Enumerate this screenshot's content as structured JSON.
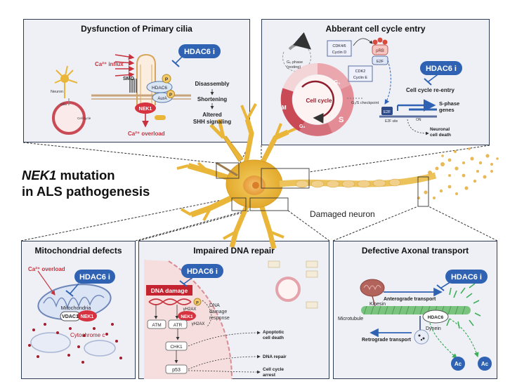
{
  "main_title": {
    "line1_italic": "NEK1",
    "line1_rest": " mutation",
    "line2": "in ALS pathogenesis"
  },
  "center": {
    "damaged_neuron": "Damaged neuron"
  },
  "inhibitor": "HDAC6 i",
  "panels": {
    "cilia": {
      "title": "Dysfunction of Primary cilia",
      "ca_influx": "Ca²⁺ influx",
      "smo": "SMO",
      "hdac6": "HDAC6",
      "aura": "AurA",
      "nek1": "NEK1",
      "p": "P",
      "ca_overload": "Ca²⁺ overload",
      "neuron": "Neuron",
      "cilia_small": "Cilia",
      "cellcycle_small": "Cell cycle",
      "steps": [
        "Disassembly",
        "Shortening",
        "Altered",
        "SHH signaling"
      ]
    },
    "cellcycle": {
      "title": "Abberant cell cycle entry",
      "g0": "G₀ phase",
      "resting": "(resting)",
      "g1": "G₁",
      "m": "M",
      "g2": "G₂",
      "s": "S",
      "cell_cycle": "Cell cycle",
      "checkpoint": "G₁/S checkpoint",
      "cdk46": "CDK4/6",
      "cyclin_d": "Cyclin D",
      "cdk2": "CDK2",
      "cyclin_e": "Cyclin E",
      "prb": "pRB",
      "e2f": "E2F",
      "e2f_site": "E2F site",
      "on": "ON",
      "reentry": "Cell cycle re-entry",
      "sphase": "S-phase",
      "genes": "genes",
      "neuronal": "Neuronal",
      "death": "cell death"
    },
    "mito": {
      "title": "Mitochondrial defects",
      "ca_overload": "Ca²⁺ overload",
      "mitochondria": "Mitochondria",
      "vdac1": "VDAC1",
      "nek1": "NEK1",
      "cytc": "Cytochrome c"
    },
    "dna": {
      "title": "Impaired DNA repair",
      "damage": "DNA damage",
      "h2ax": "γH2AX",
      "h2ax2": "γH2AX",
      "p": "P",
      "nek1": "NEK1",
      "atm": "ATM",
      "atr": "ATR",
      "chk1": "CHK1",
      "p53": "p53",
      "response1": "DNA",
      "response2": "damage",
      "response3": "response",
      "apoptotic1": "Apoptotic",
      "apoptotic2": "cell death",
      "repair": "DNA repair",
      "arrest1": "Cell cycle",
      "arrest2": "arrest"
    },
    "axon": {
      "title": "Defective Axonal transport",
      "kinesin": "Kinesin",
      "anterograde": "Anterograde transport",
      "microtubule": "Microtubule",
      "hdac6": "HDAC6",
      "dynein": "Dynein",
      "retrograde": "Retrograde transport",
      "ac": "Ac"
    }
  },
  "colors": {
    "panel_bg": "#eef0f6",
    "border": "#2f3a55",
    "hdac_blue": "#2f62b3",
    "nek1_red": "#d6323f",
    "neuron_yellow": "#e9b63a",
    "green": "#3fae5a",
    "cycle_red": "#c94a55",
    "dark_red": "#b5202a"
  }
}
